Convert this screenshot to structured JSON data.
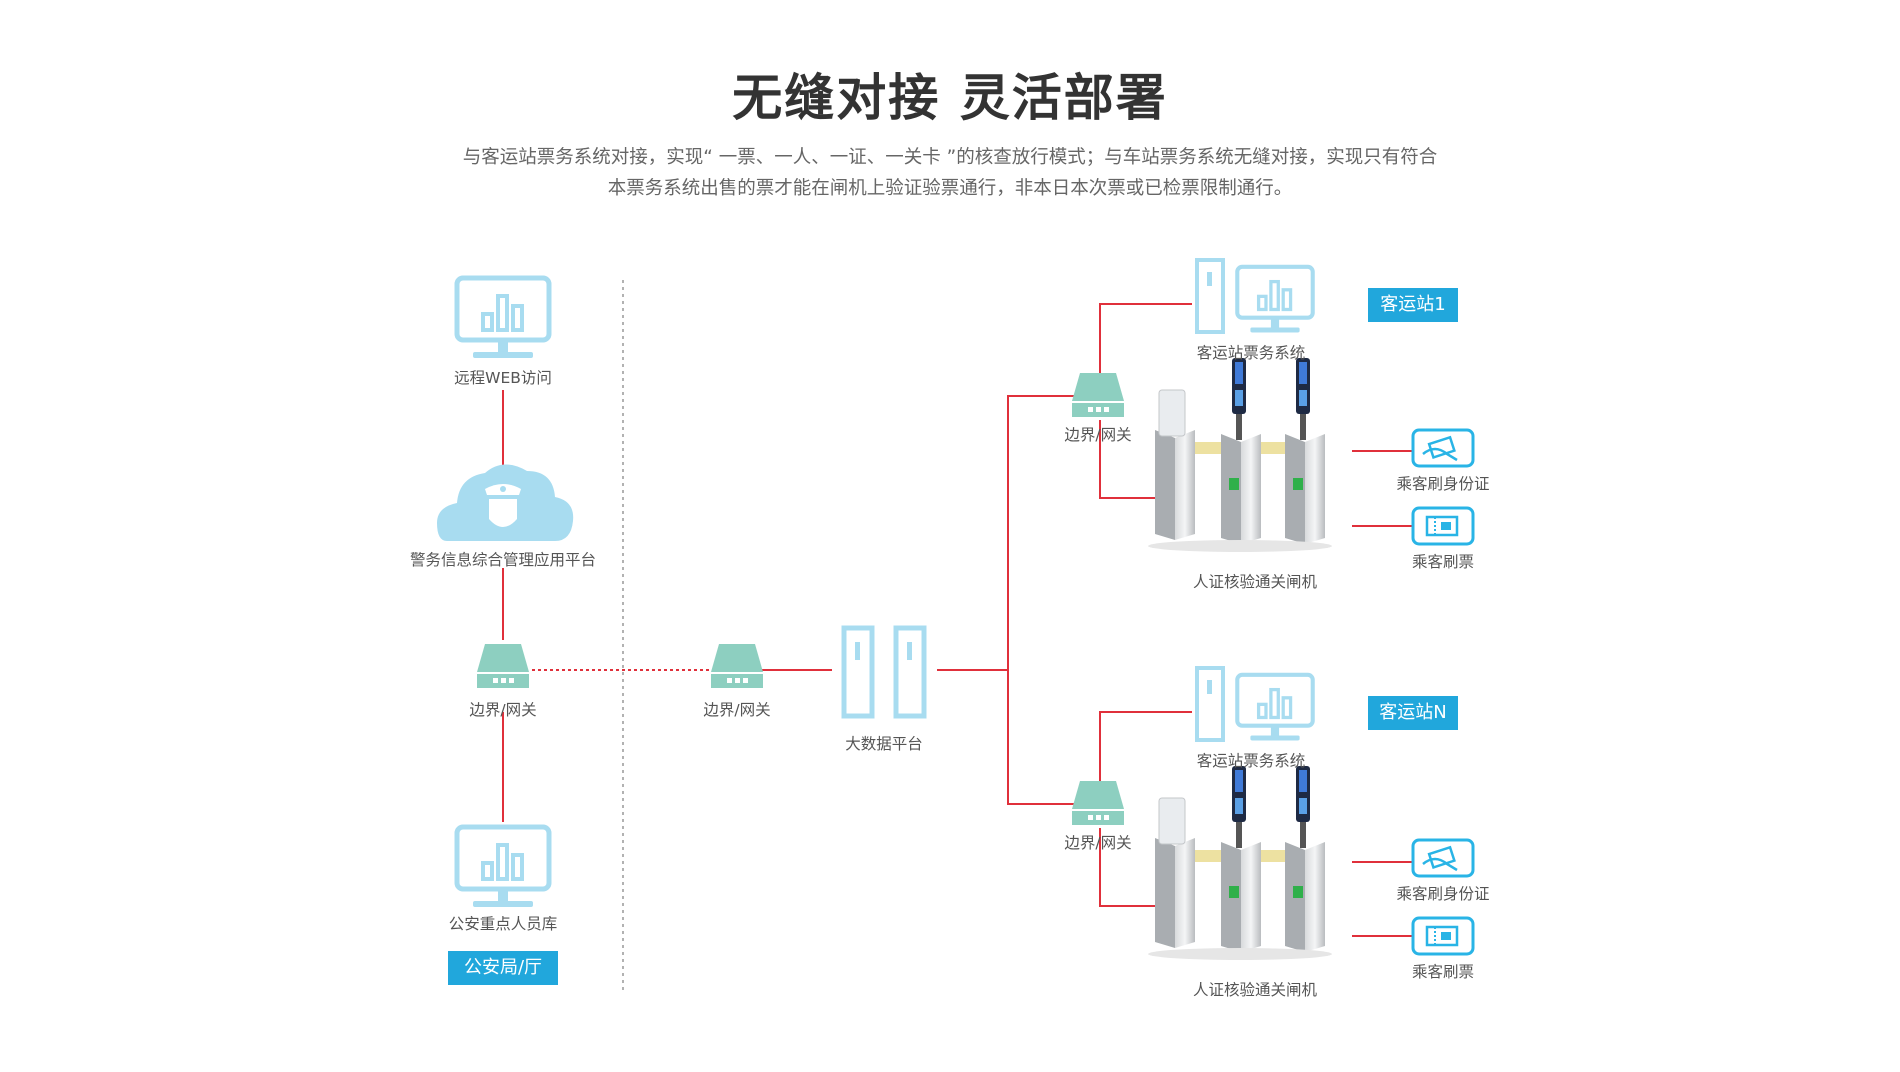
{
  "header": {
    "title": "无缝对接 灵活部署",
    "subtitle_lines": [
      "与客运站票务系统对接，实现“ 一票、一人、一证、一关卡 ”的核查放行模式；与车站票务系统无缝对接，实现只有符合",
      "本票务系统出售的票才能在闸机上验证验票通行，非本日本次票或已检票限制通行。"
    ]
  },
  "left": {
    "remote_web": "远程WEB访问",
    "police_platform": "警务信息综合管理应用平台",
    "gateway": "边界/网关",
    "key_person_db": "公安重点人员库",
    "badge": "公安局/厅"
  },
  "center": {
    "gateway": "边界/网关",
    "bigdata": "大数据平台"
  },
  "station1": {
    "badge": "客运站1",
    "ticket_system": "客运站票务系统",
    "gateway": "边界/网关",
    "turnstile": "人证核验通关闸机",
    "id_card": "乘客刷身份证",
    "ticket": "乘客刷票"
  },
  "stationN": {
    "badge": "客运站N",
    "ticket_system": "客运站票务系统",
    "gateway": "边界/网关",
    "turnstile": "人证核验通关闸机",
    "id_card": "乘客刷身份证",
    "ticket": "乘客刷票"
  },
  "colors": {
    "line": "#e0303b",
    "icon_blue": "#a8dcf0",
    "gateway_teal": "#8dcfc0",
    "badge_blue": "#21a7dc"
  }
}
